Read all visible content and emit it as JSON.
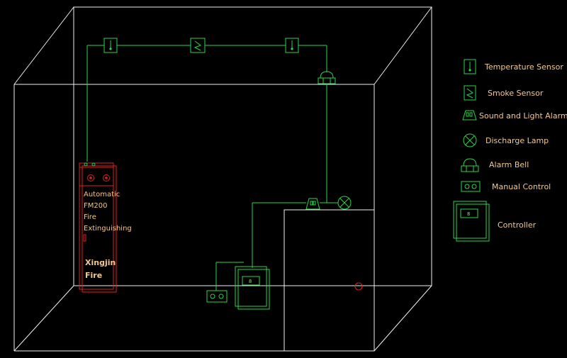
{
  "legend": {
    "temperature_sensor": "Temperature Sensor",
    "smoke_sensor": "Smoke Sensor",
    "sound_light_alarm": "Sound and Light Alarm",
    "discharge_lamp": "Discharge Lamp",
    "alarm_bell": "Alarm Bell",
    "manual_control": "Manual Control",
    "controller": "Controller"
  },
  "unit": {
    "line1": "Automatic",
    "line2": "FM200",
    "line3": "Fire",
    "line4": "Extinguishing",
    "brand1": "Xingjin",
    "brand2": "Fire"
  },
  "controller_display": "8",
  "colors": {
    "room": "#f0f0f0",
    "wiring": "#29d64a",
    "unit": "#e02020",
    "text": "#f3c98b"
  }
}
